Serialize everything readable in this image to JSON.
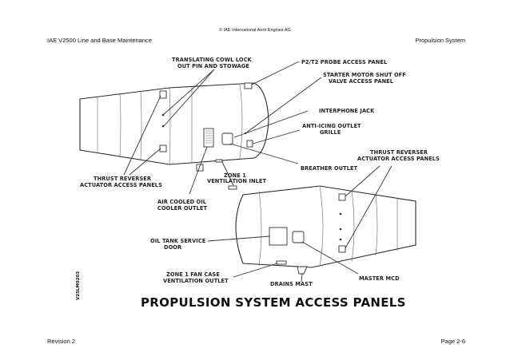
{
  "header": {
    "copyright": "© IAE International Aero Engines AG",
    "doc_title": "IAE V2500 Line and Base Maintenance",
    "section": "Propulsion System"
  },
  "figure": {
    "title": "PROPULSION SYSTEM ACCESS PANELS",
    "code": "V25LM0203",
    "labels": {
      "translating_cowl_1": "TRANSLATING COWL LOCK",
      "translating_cowl_2": "OUT PIN AND STOWAGE",
      "p2t2": "P2/T2 PROBE ACCESS PANEL",
      "starter_1": "STARTER MOTOR SHUT OFF",
      "starter_2": "VALVE ACCESS PANEL",
      "interphone": "INTERPHONE JACK",
      "anti_ice_1": "ANTI-ICING OUTLET",
      "anti_ice_2": "GRILLE",
      "thrust_rev_right_1": "THRUST REVERSER",
      "thrust_rev_right_2": "ACTUATOR ACCESS PANELS",
      "breather": "BREATHER OUTLET",
      "zone1_vent_1": "ZONE 1",
      "zone1_vent_2": "VENTILATION INLET",
      "thrust_rev_left_1": "THRUST REVERSER",
      "thrust_rev_left_2": "ACTUATOR ACCESS PANELS",
      "air_cooled_1": "AIR COOLED OIL",
      "air_cooled_2": "COOLER OUTLET",
      "oil_tank_1": "OIL TANK SERVICE",
      "oil_tank_2": "DOOR",
      "zone1_fan_1": "ZONE 1 FAN CASE",
      "zone1_fan_2": "VENTILATION OUTLET",
      "drains": "DRAINS MAST",
      "master_mcd": "MASTER MCD"
    }
  },
  "footer": {
    "revision": "Revision 2",
    "page": "Page 2-6"
  }
}
